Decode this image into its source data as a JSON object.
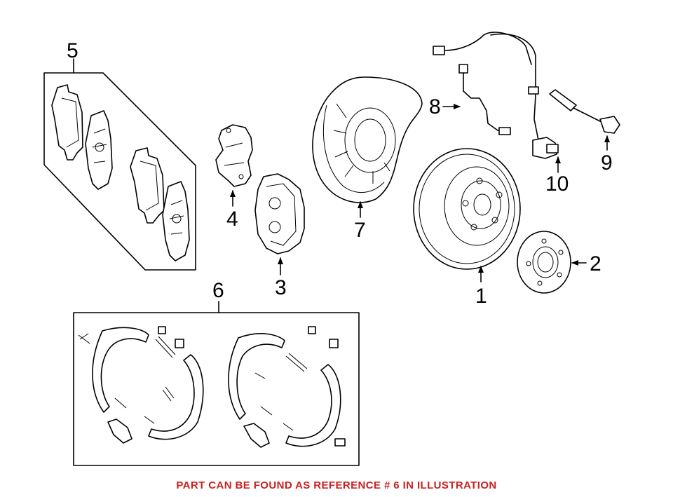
{
  "callouts": {
    "c1": "1",
    "c2": "2",
    "c3": "3",
    "c4": "4",
    "c5": "5",
    "c6": "6",
    "c7": "7",
    "c8": "8",
    "c9": "9",
    "c10": "10"
  },
  "caption": {
    "text": "PART CAN BE FOUND AS REFERENCE # 6 IN ILLUSTRATION",
    "color": "#cc1f1f"
  }
}
